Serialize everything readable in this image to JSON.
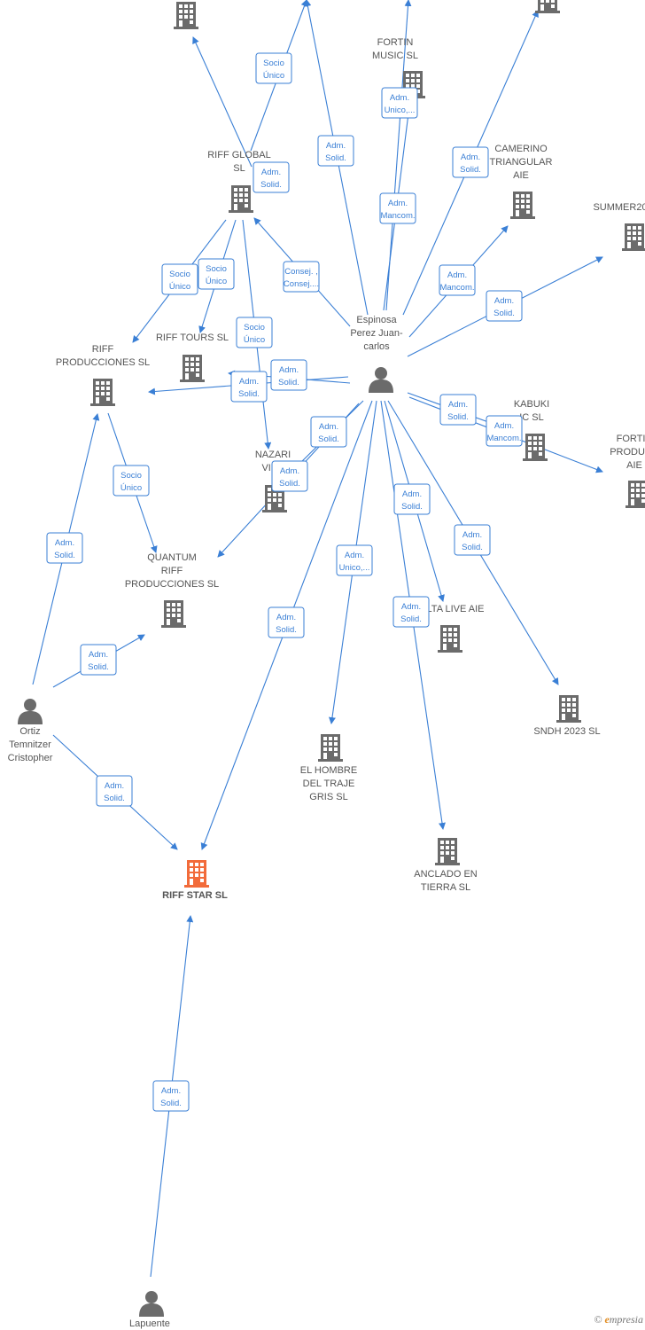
{
  "nodes": [
    {
      "id": "top_left_company",
      "kind": "company",
      "label": []
    },
    {
      "id": "fortin_music",
      "kind": "company",
      "label": [
        "FORTIN",
        "MUSIC  SL"
      ]
    },
    {
      "id": "top_right_company",
      "kind": "company",
      "label": []
    },
    {
      "id": "riff_global",
      "kind": "company",
      "label": [
        "RIFF GLOBAL",
        "SL"
      ]
    },
    {
      "id": "camerino",
      "kind": "company",
      "label": [
        "CAMERINO",
        "TRIANGULAR",
        "AIE"
      ]
    },
    {
      "id": "summer",
      "kind": "company",
      "label": [
        "SUMMER20"
      ]
    },
    {
      "id": "riff_tours",
      "kind": "company",
      "label": [
        "RIFF TOURS  SL"
      ]
    },
    {
      "id": "riff_producciones",
      "kind": "company",
      "label": [
        "RIFF",
        "PRODUCCIONES SL"
      ]
    },
    {
      "id": "espinosa",
      "kind": "person",
      "label": [
        "Espinosa",
        "Perez Juan-",
        "carlos"
      ]
    },
    {
      "id": "kabuki",
      "kind": "company",
      "label": [
        "KABUKI",
        "   IC  SL"
      ]
    },
    {
      "id": "fortin_producciones",
      "kind": "company",
      "label": [
        "FORTIN",
        "PRODUCC",
        "AIE"
      ]
    },
    {
      "id": "nazari",
      "kind": "company",
      "label": [
        "NAZARI",
        "VIBE"
      ]
    },
    {
      "id": "quantum",
      "kind": "company",
      "label": [
        "QUANTUM",
        "RIFF",
        "PRODUCCIONES SL"
      ]
    },
    {
      "id": "lta_live",
      "kind": "company",
      "label": [
        "LTA LIVE AIE"
      ]
    },
    {
      "id": "ortiz",
      "kind": "person",
      "label": [
        "Ortiz",
        "Temnitzer",
        "Cristopher"
      ]
    },
    {
      "id": "sndh",
      "kind": "company",
      "label": [
        "SNDH 2023  SL"
      ]
    },
    {
      "id": "el_hombre",
      "kind": "company",
      "label": [
        "EL HOMBRE",
        "DEL TRAJE",
        "GRIS  SL"
      ]
    },
    {
      "id": "riff_star",
      "kind": "company_focus",
      "label": [
        "RIFF STAR  SL"
      ]
    },
    {
      "id": "anclado",
      "kind": "company",
      "label": [
        "ANCLADO EN",
        "TIERRA  SL"
      ]
    },
    {
      "id": "lapuente",
      "kind": "person",
      "label": [
        "Lapuente"
      ]
    }
  ],
  "edges": [
    {
      "from": "riff_global",
      "to": "top_left_company",
      "label": [
        "Adm.",
        "Solid."
      ]
    },
    {
      "from": "riff_global",
      "to": "off_top_1",
      "label": [
        "Socio",
        "Único"
      ]
    },
    {
      "from": "espinosa",
      "to": "off_top_2",
      "label": [
        "Adm.",
        "Solid."
      ]
    },
    {
      "from": "espinosa",
      "to": "fortin_music",
      "label": [
        "Adm.",
        "Unico,..."
      ]
    },
    {
      "from": "espinosa",
      "to": "off_top_3",
      "label": [
        "Adm.",
        "Mancom."
      ]
    },
    {
      "from": "espinosa",
      "to": "top_right_company",
      "label": [
        "Adm.",
        "Solid."
      ]
    },
    {
      "from": "espinosa",
      "to": "camerino",
      "label": [
        "Adm.",
        "Mancom."
      ]
    },
    {
      "from": "espinosa",
      "to": "summer",
      "label": [
        "Adm.",
        "Solid."
      ]
    },
    {
      "from": "espinosa",
      "to": "riff_global",
      "label": [
        "Consej. ,",
        "Consej...."
      ]
    },
    {
      "from": "riff_global",
      "to": "riff_producciones",
      "label": [
        "Socio",
        "Único"
      ]
    },
    {
      "from": "riff_global",
      "to": "riff_tours",
      "label": [
        "Socio",
        "Único"
      ]
    },
    {
      "from": "riff_global",
      "to": "nazari",
      "label": [
        "Socio",
        "Único"
      ]
    },
    {
      "from": "espinosa",
      "to": "riff_producciones",
      "label": [
        "Adm.",
        "Solid."
      ]
    },
    {
      "from": "espinosa",
      "to": "riff_producciones",
      "label": [
        "Adm.",
        "Solid."
      ]
    },
    {
      "from": "espinosa",
      "to": "kabuki",
      "label": [
        "Adm.",
        "Solid."
      ]
    },
    {
      "from": "espinosa",
      "to": "fortin_producciones",
      "label": [
        "Adm.",
        "Mancom."
      ]
    },
    {
      "from": "espinosa",
      "to": "nazari",
      "label": [
        "Adm.",
        "Solid."
      ]
    },
    {
      "from": "espinosa",
      "to": "quantum",
      "label": [
        "Adm.",
        "Solid."
      ]
    },
    {
      "from": "riff_producciones",
      "to": "quantum",
      "label": [
        "Socio",
        "Único"
      ]
    },
    {
      "from": "espinosa",
      "to": "lta_live",
      "label": [
        "Adm.",
        "Solid."
      ]
    },
    {
      "from": "espinosa",
      "to": "sndh",
      "label": [
        "Adm.",
        "Solid."
      ]
    },
    {
      "from": "espinosa",
      "to": "el_hombre",
      "label": [
        "Adm.",
        "Unico,..."
      ]
    },
    {
      "from": "espinosa",
      "to": "riff_star",
      "label": [
        "Adm.",
        "Solid."
      ]
    },
    {
      "from": "espinosa",
      "to": "anclado",
      "label": [
        "Adm.",
        "Solid."
      ]
    },
    {
      "from": "ortiz",
      "to": "riff_producciones",
      "label": [
        "Adm.",
        "Solid."
      ]
    },
    {
      "from": "ortiz",
      "to": "quantum",
      "label": [
        "Adm.",
        "Solid."
      ]
    },
    {
      "from": "ortiz",
      "to": "riff_star",
      "label": [
        "Adm.",
        "Solid."
      ]
    },
    {
      "from": "lapuente",
      "to": "riff_star",
      "label": [
        "Adm.",
        "Solid."
      ]
    }
  ],
  "brand": {
    "symbol": "©",
    "initial": "e",
    "rest": "mpresia"
  },
  "colors": {
    "edge": "#3a7fd5",
    "node": "#6b6b6b",
    "focus": "#f26b3a"
  }
}
